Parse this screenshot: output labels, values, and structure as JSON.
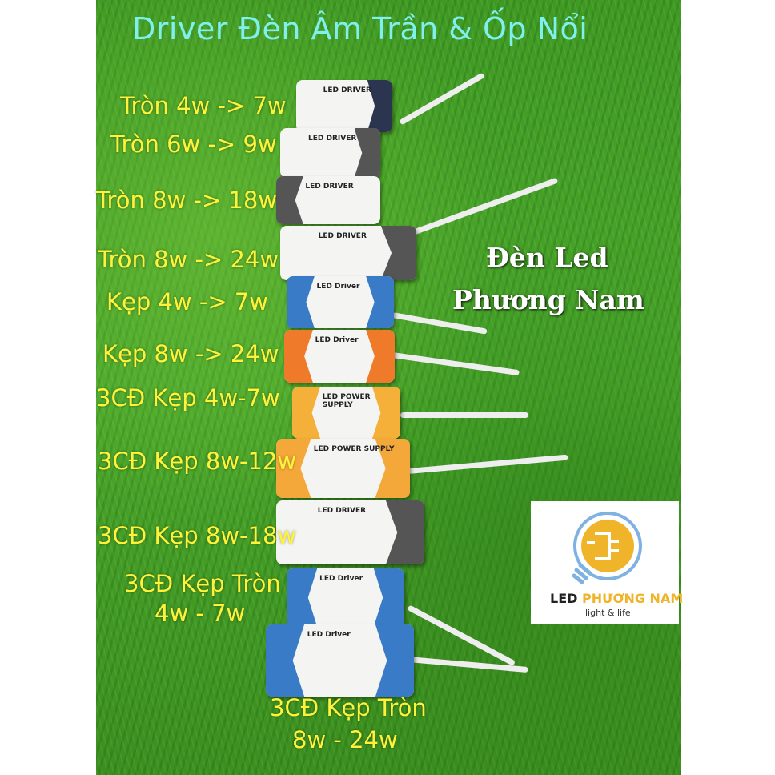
{
  "title": "Driver Đèn Âm Trần & Ốp Nổi",
  "labels": [
    "Tròn 4w -> 7w",
    "Tròn 6w -> 9w",
    "Tròn 8w -> 18w",
    "Tròn 8w -> 24w",
    "Kẹp 4w -> 7w",
    "Kẹp 8w -> 24w",
    "3CĐ Kẹp 4w-7w",
    "3CĐ Kẹp 8w-12w",
    "3CĐ Kẹp 8w-18w",
    "3CĐ Kẹp Tròn",
    "4w - 7w",
    "3CĐ Kẹp Tròn",
    "8w - 24w"
  ],
  "brand_overlay": {
    "line1": "Đèn Led",
    "line2": "Phương Nam"
  },
  "drivers": [
    "LED DRIVER",
    "LED DRIVER",
    "LED DRIVER",
    "LED DRIVER",
    "LED Driver",
    "LED Driver",
    "LED POWER SUPPLY",
    "LED POWER SUPPLY",
    "LED DRIVER",
    "LED Driver",
    "LED Driver"
  ],
  "logo": {
    "name_a": "LED",
    "name_b": "PHƯƠNG NAM",
    "tagline": "light & life"
  },
  "colors": {
    "title": "#7ff0ee",
    "label": "#fff23a",
    "logo_yellow": "#f0b42a",
    "logo_blue": "#7fb2e0"
  }
}
